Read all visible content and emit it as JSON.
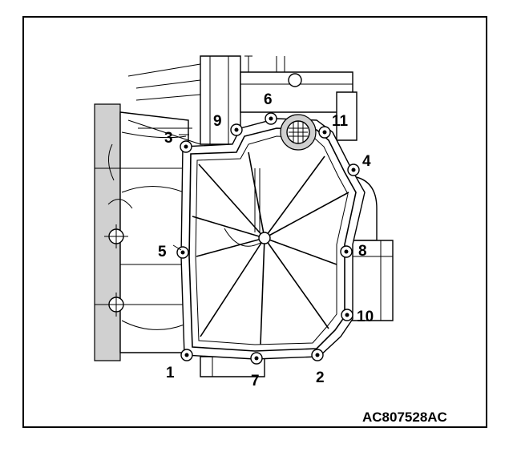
{
  "diagram": {
    "figure_code": "AC807528AC",
    "bolt_labels": [
      "1",
      "2",
      "3",
      "4",
      "5",
      "6",
      "7",
      "8",
      "9",
      "10",
      "11"
    ]
  },
  "colors": {
    "line": "#000000",
    "background": "#ffffff",
    "shading": "#d0d0d0"
  }
}
